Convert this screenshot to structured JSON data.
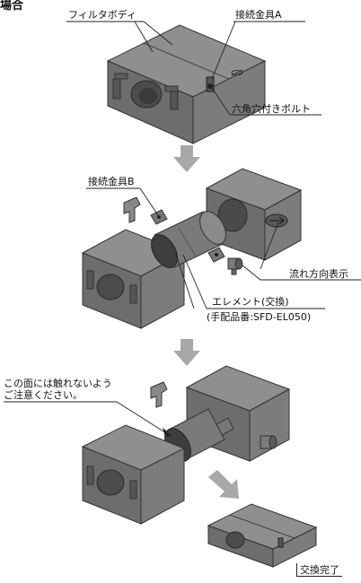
{
  "corner_heading": "場合",
  "labels": {
    "filter_body": "フィルタボディ",
    "fitting_a": "接続金具A",
    "hex_bolt": "六角穴付きボルト",
    "fitting_b": "接続金具B",
    "flow_direction": "流れ方向表示",
    "element": "エレメント(交換)",
    "part_number": "(手配品番:SFD-EL050)",
    "caution_line1": "この面には触れないよう",
    "caution_line2": "ご注意ください。",
    "complete": "交換完了"
  },
  "colors": {
    "body_top": "#8c8c8c",
    "body_front": "#6e6e6e",
    "body_side": "#7c7c7c",
    "arrow": "#a8a8a8",
    "line": "#222222"
  }
}
